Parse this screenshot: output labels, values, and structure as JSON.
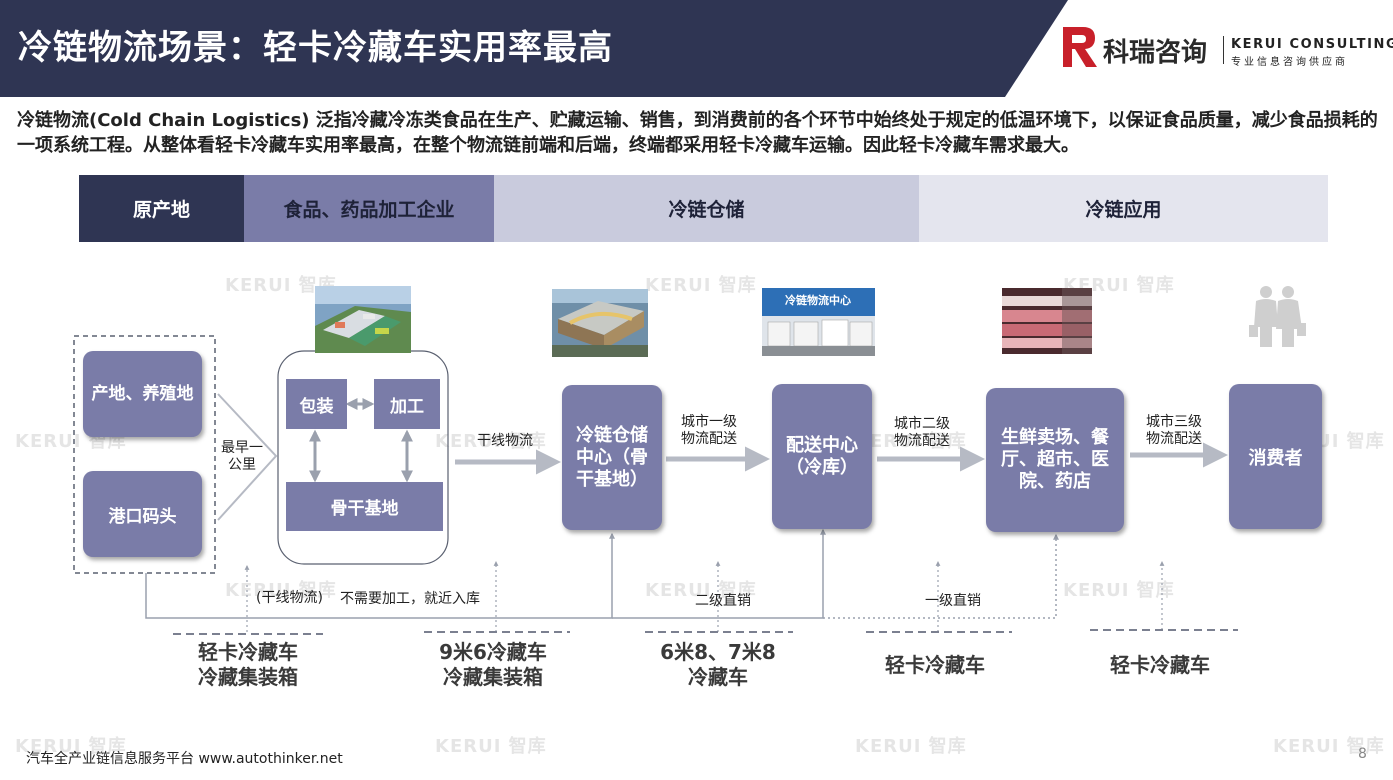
{
  "header": {
    "title": "冷链物流场景：轻卡冷藏车实用率最高",
    "logo_cn": "科瑞咨询",
    "logo_en": "KERUI CONSULTING",
    "logo_en_sub": "专业信息咨询供应商"
  },
  "intro": "冷链物流(Cold Chain Logistics) 泛指冷藏冷冻类食品在生产、贮藏运输、销售，到消费前的各个环节中始终处于规定的低温环境下，以保证食品质量，减少食品损耗的一项系统工程。从整体看轻卡冷藏车实用率最高，在整个物流链前端和后端，终端都采用轻卡冷藏车运输。因此轻卡冷藏车需求最大。",
  "stages": [
    "原产地",
    "食品、药品加工企业",
    "冷链仓储",
    "冷链应用"
  ],
  "nodes": {
    "origin_farm": "产地、养殖地",
    "origin_port": "港口码头",
    "packaging": "包装",
    "processing": "加工",
    "backbone_base": "骨干基地",
    "cold_storage": "冷链仓储中心（骨干基地）",
    "distribution": "配送中心（冷库）",
    "retail": "生鲜卖场、餐厅、超市、医院、药店",
    "consumer": "消费者"
  },
  "edge_labels": {
    "first_mile": "最早一公里",
    "trunk": "干线物流",
    "city1": "城市一级物流配送",
    "city2": "城市二级物流配送",
    "city3": "城市三级物流配送",
    "bypass_paren": "(干线物流)",
    "bypass": "不需要加工，就近入库",
    "direct2": "二级直销",
    "direct1": "一级直销"
  },
  "vehicles": [
    {
      "line1": "轻卡冷藏车",
      "line2": "冷藏集装箱"
    },
    {
      "line1": "9米6冷藏车",
      "line2": "冷藏集装箱"
    },
    {
      "line1": "6米8、7米8",
      "line2": "冷藏车"
    },
    {
      "line1": "轻卡冷藏车",
      "line2": ""
    },
    {
      "line1": "轻卡冷藏车",
      "line2": ""
    }
  ],
  "photo_texts": {
    "distribution_sign": "冷链物流中心"
  },
  "watermark": "KERUI 智库",
  "footer": "汽车全产业链信息服务平台 www.autothinker.net",
  "page_number": "8",
  "colors": {
    "header_navy": "#2f3553",
    "stage1": "#2f3553",
    "stage2": "#7a7ca8",
    "stage3": "#c9cbdd",
    "stage4": "#e4e5ee",
    "box": "#7a7ca8",
    "logo_red": "#c8202a"
  },
  "icons": [
    "kerui-logo-icon",
    "people-icon"
  ]
}
